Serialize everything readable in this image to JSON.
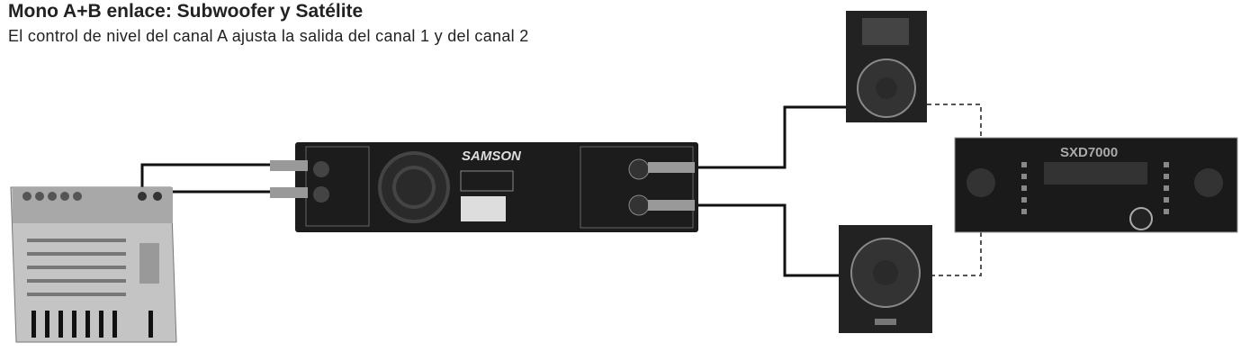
{
  "header": {
    "title": "Mono A+B enlace: Subwoofer y Satélite",
    "subtitle": "El control de nivel del canal A ajusta la salida del canal 1 y del canal 2"
  },
  "devices": {
    "amplifier_rear_brand": "SAMSON",
    "amplifier_front_model": "SXD7000"
  },
  "colors": {
    "device_dark": "#1c1c1c",
    "cable": "#111111",
    "mixer": "#bdbdbd"
  }
}
